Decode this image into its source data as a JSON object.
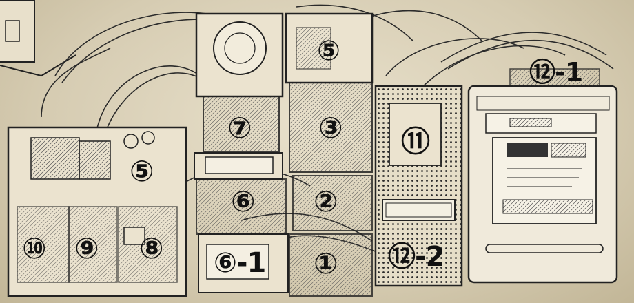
{
  "labels": {
    "l5a": "⑤",
    "l12_1": "⑫-1",
    "l7": "⑦",
    "l3": "③",
    "l11": "⑪",
    "l5b": "⑤",
    "l6": "⑥",
    "l2": "②",
    "l10": "⑩",
    "l9": "⑨",
    "l8": "⑧",
    "l6_1": "⑥-1",
    "l1": "①",
    "l12_2": "⑫-2"
  },
  "colors": {
    "board": "#ece4d0",
    "ink": "#1b1b1b",
    "background": "#d6ccb2"
  }
}
